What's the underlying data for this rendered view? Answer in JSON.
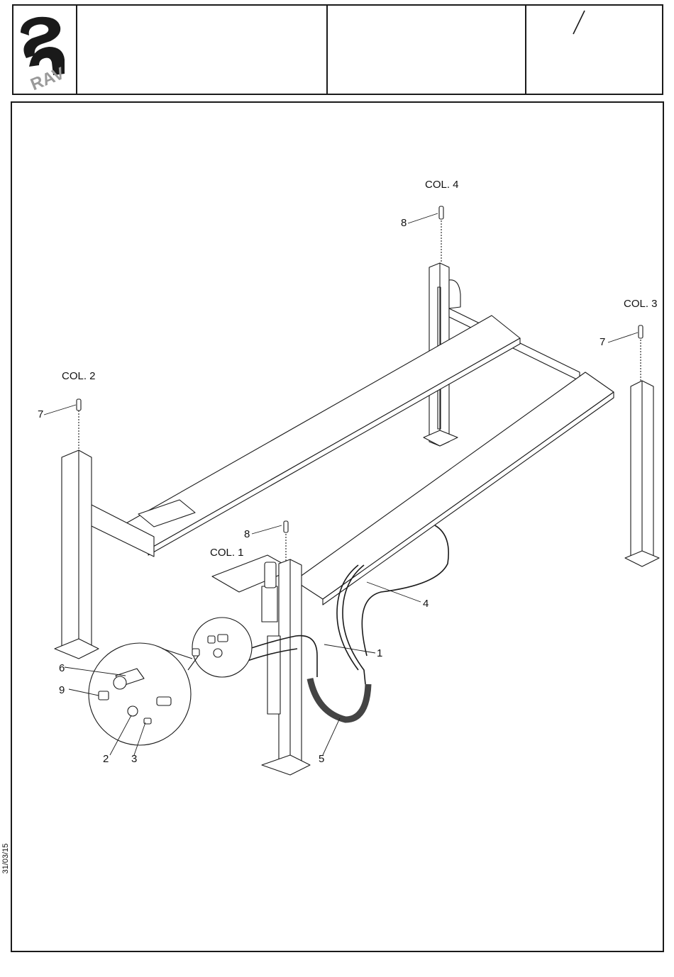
{
  "title_block": {
    "logo_text": "RAV",
    "slash_mark": "/"
  },
  "columns": {
    "col1": "COL. 1",
    "col2": "COL. 2",
    "col3": "COL. 3",
    "col4": "COL. 4"
  },
  "callouts": [
    "1",
    "2",
    "3",
    "4",
    "5",
    "6",
    "7",
    "8",
    "9",
    "7",
    "8"
  ],
  "footer": {
    "date": "31/03/15"
  }
}
